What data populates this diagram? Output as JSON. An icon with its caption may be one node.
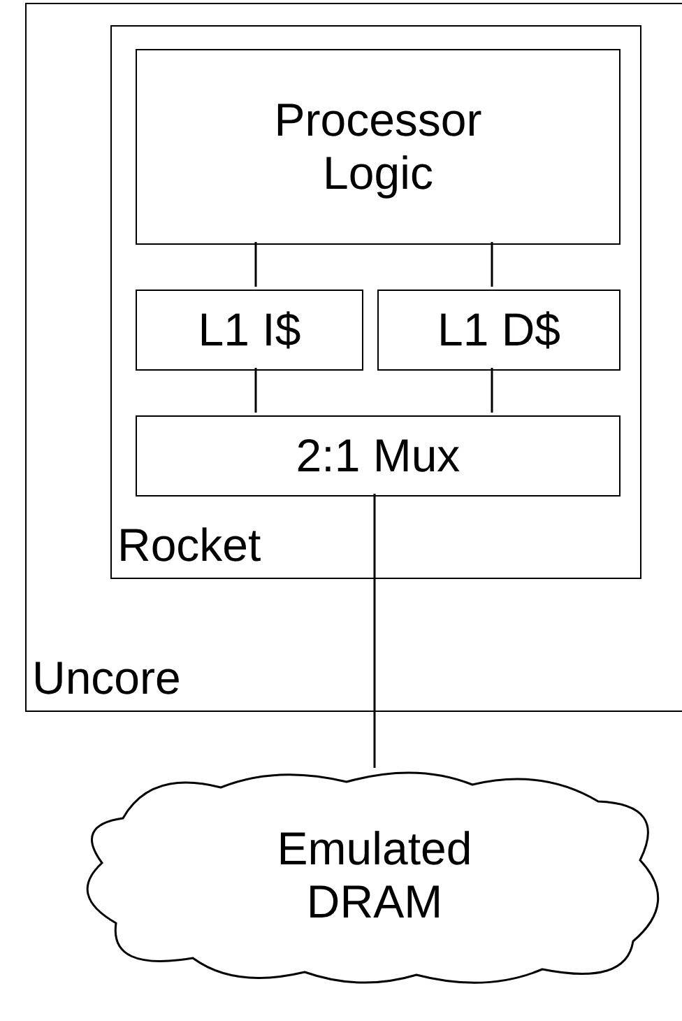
{
  "diagram": {
    "nodes": [
      {
        "text": [
          "Uncore"
        ]
      },
      {
        "text": [
          "Rocket"
        ],
        "in": 0
      },
      {
        "text": [
          "Processor Logic"
        ],
        "in": 1
      },
      {
        "text": [
          "L1 I$"
        ],
        "in": 1
      },
      {
        "text": [
          "L1 D$"
        ],
        "in": 1
      },
      {
        "text": [
          "2:1 Mux"
        ],
        "in": 1
      },
      {
        "text": [
          "Emulated DRAM"
        ]
      }
    ],
    "edges": [
      {
        "from": 2,
        "to": 3,
        "arrow": "none"
      },
      {
        "from": 2,
        "to": 4,
        "arrow": "none"
      },
      {
        "from": 3,
        "to": 5,
        "arrow": "none"
      },
      {
        "from": 4,
        "to": 5,
        "arrow": "none"
      },
      {
        "from": 5,
        "to": 6,
        "arrow": "none"
      }
    ]
  }
}
